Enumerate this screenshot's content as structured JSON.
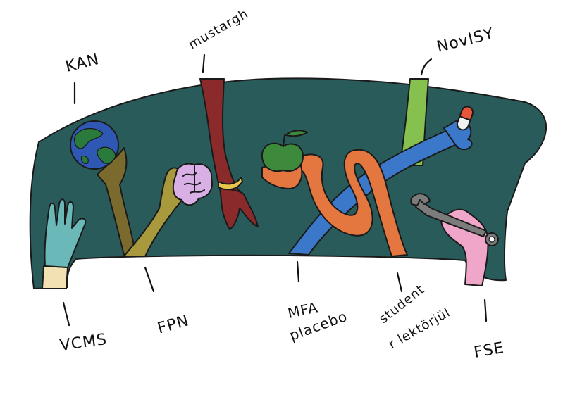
{
  "labels": {
    "kan": "KAN",
    "mustargh": "mustargh",
    "novisy": "NovISY",
    "vcms": "VCMS",
    "fpn": "FPN",
    "mfa": "MFA",
    "placebo": "placebo",
    "student": "student",
    "rlektoral": "r lektörjül",
    "fse": "FSE"
  },
  "colors": {
    "background_panel": "#2a5b5b",
    "globe_ocean": "#2f58b4",
    "globe_land": "#2a7a3c",
    "brain": "#d8b0e6",
    "apple": "#3d8a3c",
    "pill_cap": "#e8553b",
    "pill_body": "#f2f2f2",
    "wrench": "#7c7c7c",
    "arm_olive": "#7b6a2e",
    "arm_khaki": "#a89a3c",
    "arm_maroon": "#8a2a2a",
    "arm_orange": "#e3773f",
    "arm_blue": "#3b78c9",
    "arm_green": "#86c04e",
    "arm_pink": "#f0a6c8",
    "glove": "#6ab9b8",
    "sleeve": "#f1e1b3"
  }
}
